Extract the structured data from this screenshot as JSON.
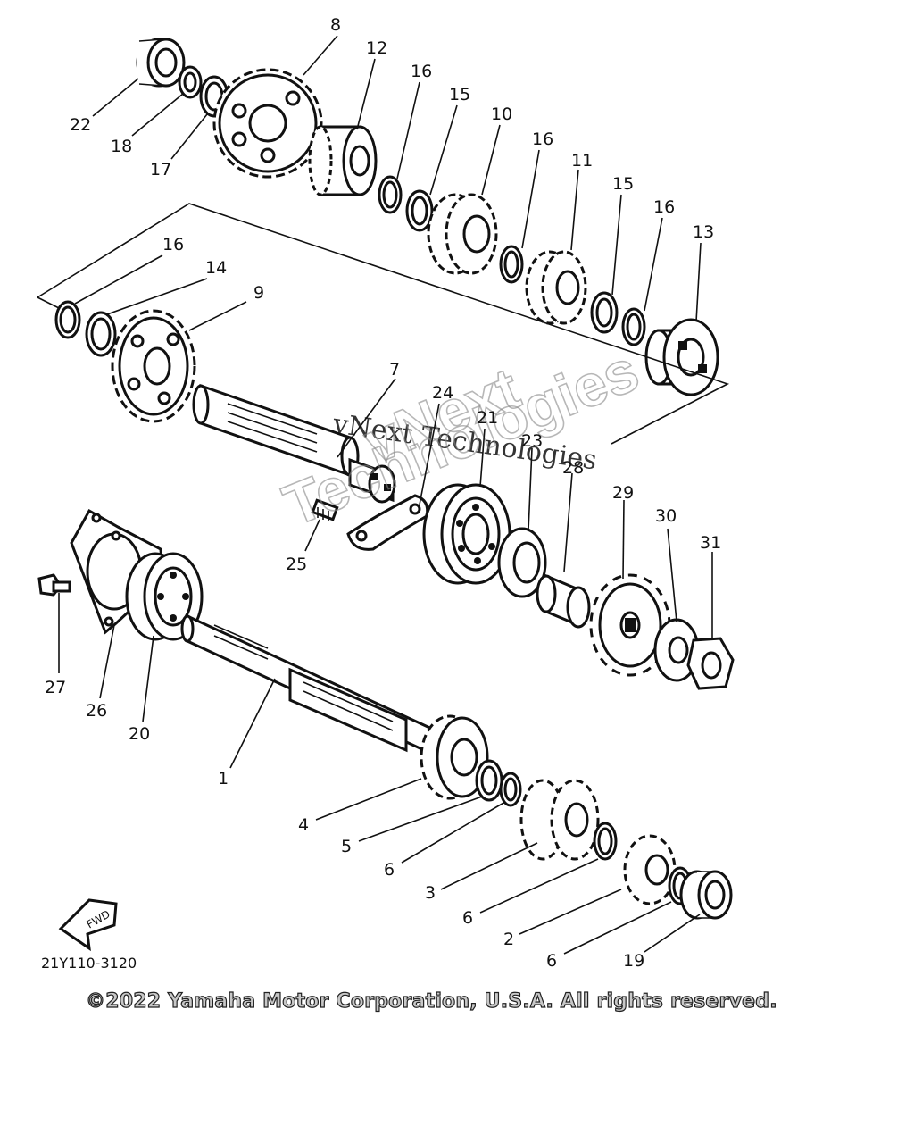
{
  "diagram": {
    "code": "21Y110-3120",
    "fwd_label": "FWD",
    "copyright": "©2022 Yamaha Motor Corporation, U.S.A. All rights reserved.",
    "watermark": {
      "line1": "vNext Technologies",
      "line2": "vNext",
      "line3": "Technologies"
    },
    "callouts": [
      {
        "id": "8",
        "label": "8"
      },
      {
        "id": "12",
        "label": "12"
      },
      {
        "id": "16a",
        "label": "16"
      },
      {
        "id": "15a",
        "label": "15"
      },
      {
        "id": "10",
        "label": "10"
      },
      {
        "id": "16b",
        "label": "16"
      },
      {
        "id": "11",
        "label": "11"
      },
      {
        "id": "15b",
        "label": "15"
      },
      {
        "id": "16c",
        "label": "16"
      },
      {
        "id": "13",
        "label": "13"
      },
      {
        "id": "22",
        "label": "22"
      },
      {
        "id": "18",
        "label": "18"
      },
      {
        "id": "17",
        "label": "17"
      },
      {
        "id": "16d",
        "label": "16"
      },
      {
        "id": "14",
        "label": "14"
      },
      {
        "id": "9",
        "label": "9"
      },
      {
        "id": "7",
        "label": "7"
      },
      {
        "id": "24",
        "label": "24"
      },
      {
        "id": "21",
        "label": "21"
      },
      {
        "id": "23",
        "label": "23"
      },
      {
        "id": "28",
        "label": "28"
      },
      {
        "id": "29",
        "label": "29"
      },
      {
        "id": "30",
        "label": "30"
      },
      {
        "id": "31",
        "label": "31"
      },
      {
        "id": "25",
        "label": "25"
      },
      {
        "id": "27",
        "label": "27"
      },
      {
        "id": "26",
        "label": "26"
      },
      {
        "id": "20",
        "label": "20"
      },
      {
        "id": "1",
        "label": "1"
      },
      {
        "id": "4",
        "label": "4"
      },
      {
        "id": "5",
        "label": "5"
      },
      {
        "id": "6a",
        "label": "6"
      },
      {
        "id": "3",
        "label": "3"
      },
      {
        "id": "6b",
        "label": "6"
      },
      {
        "id": "2",
        "label": "2"
      },
      {
        "id": "6c",
        "label": "6"
      },
      {
        "id": "19",
        "label": "19"
      }
    ]
  }
}
